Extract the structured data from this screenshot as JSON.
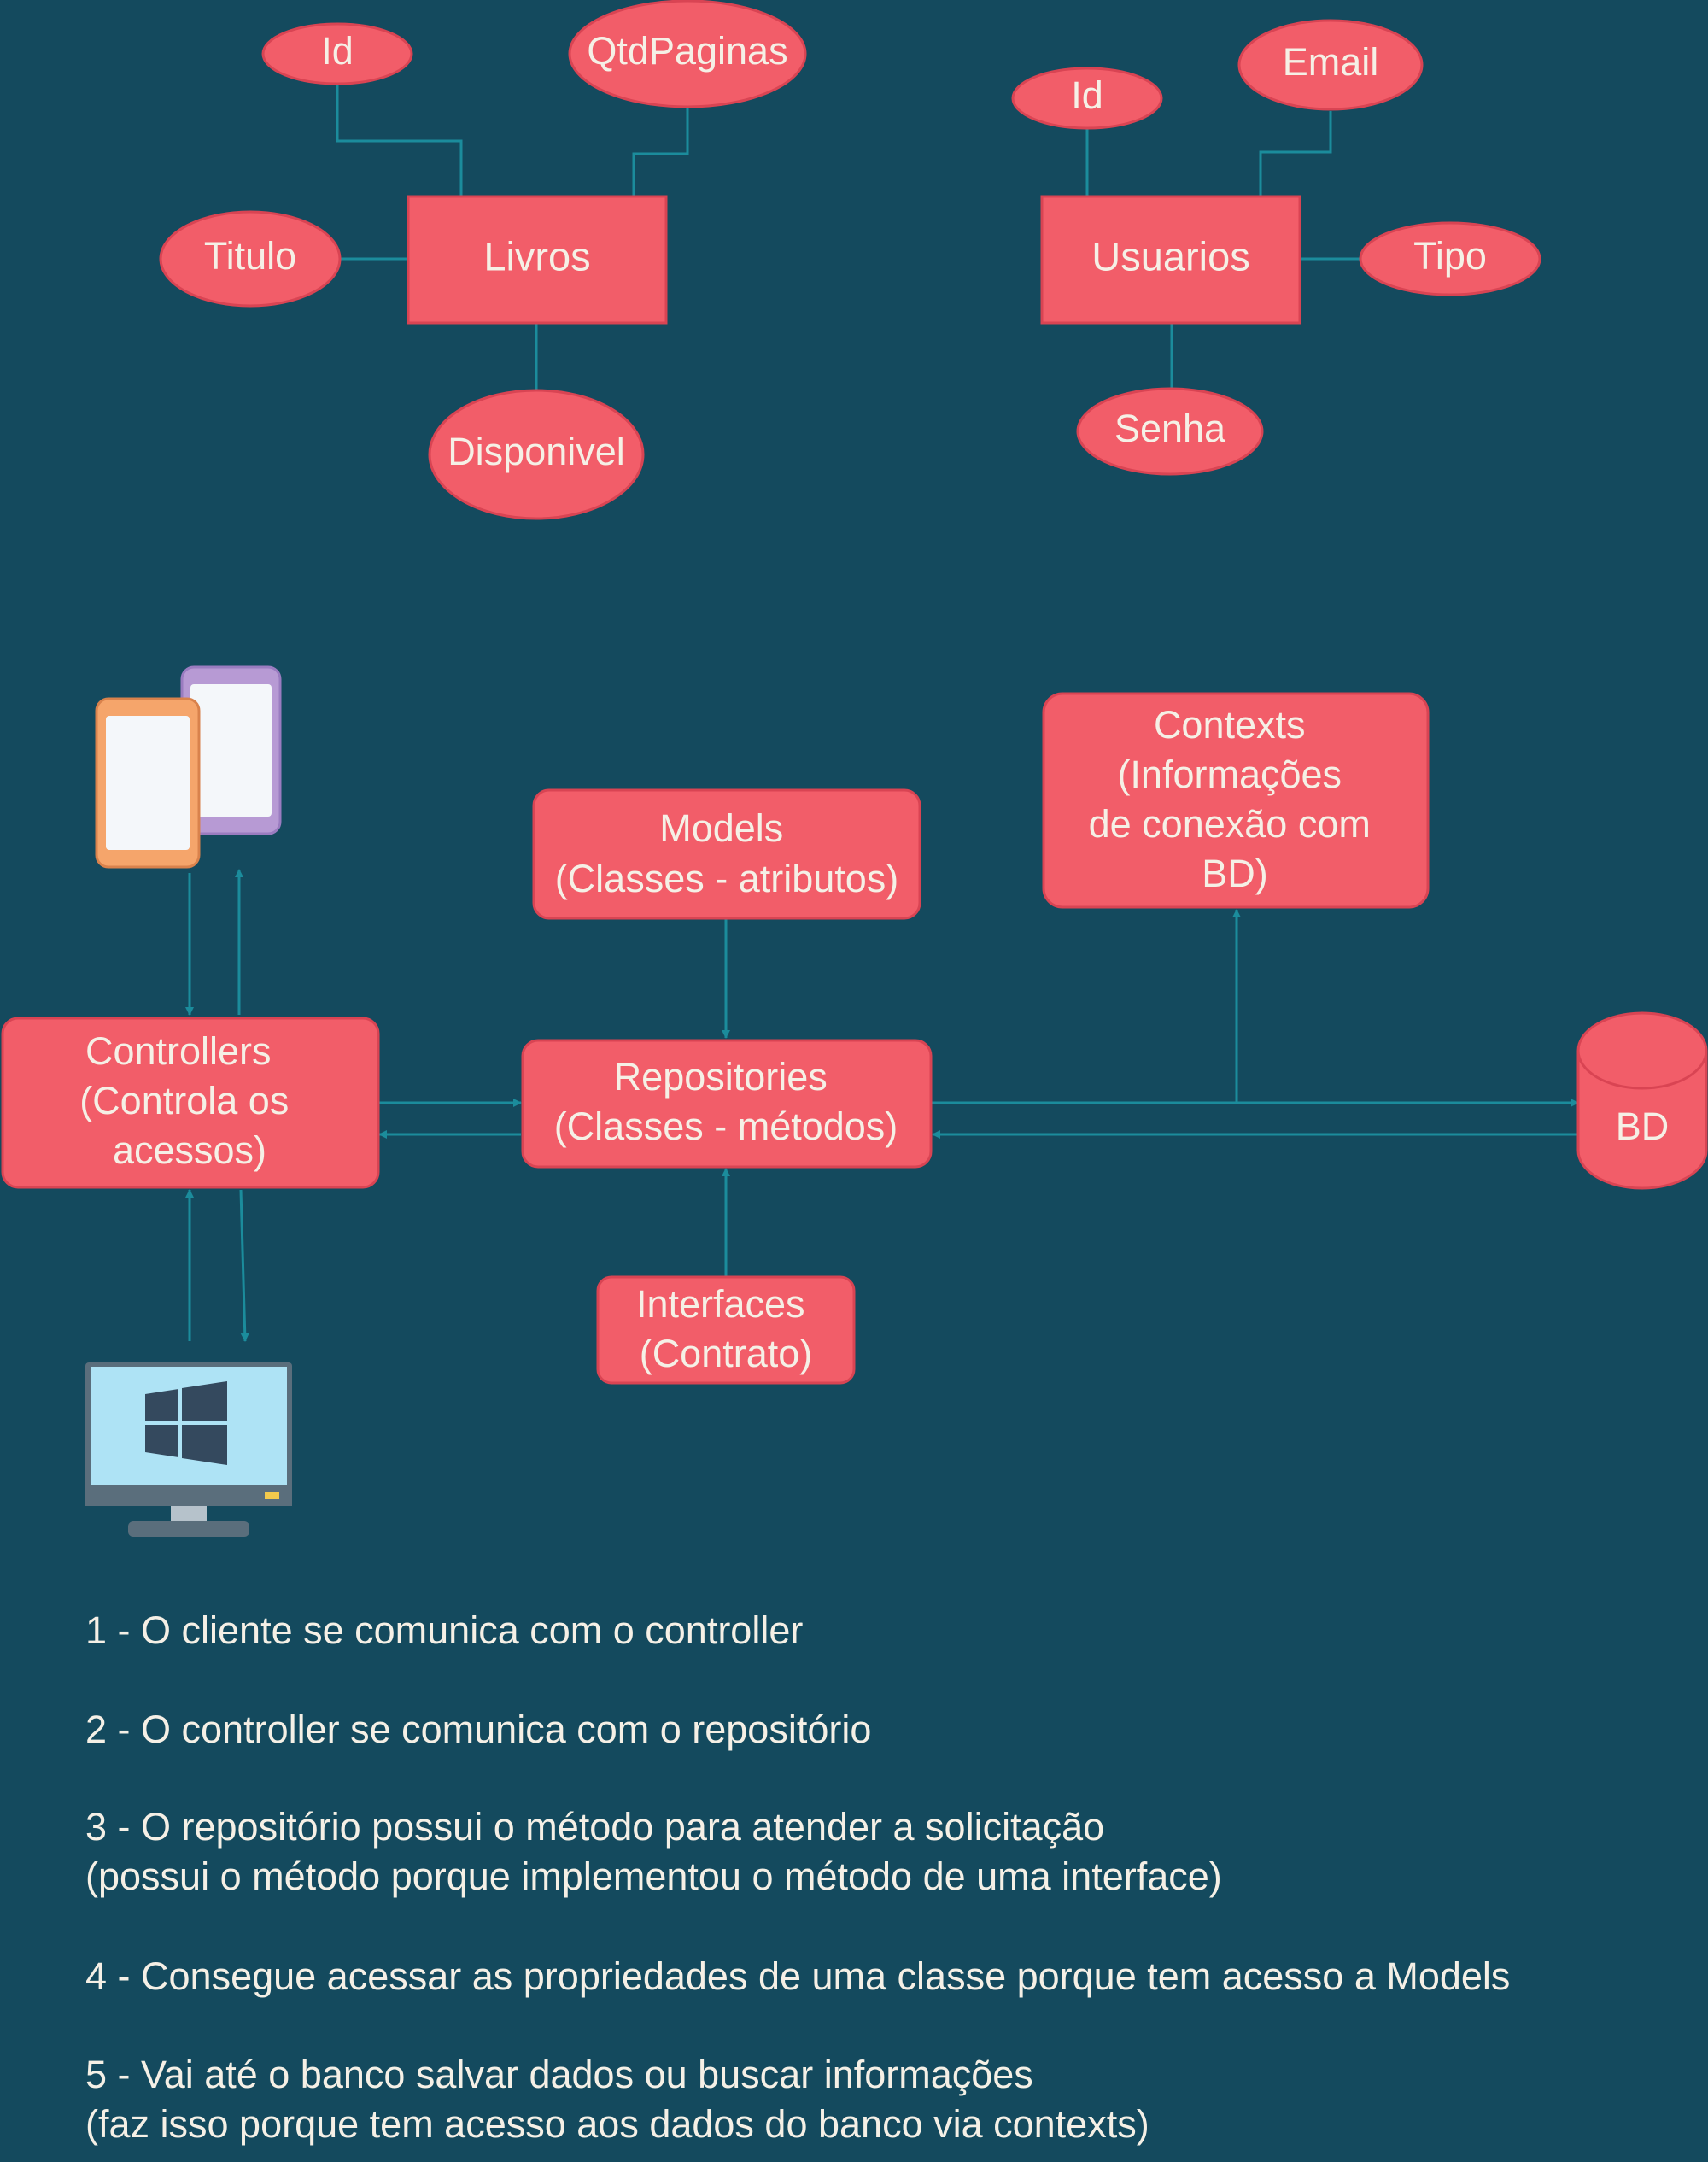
{
  "colors": {
    "background": "#144a5e",
    "shape_fill": "#f25d69",
    "shape_stroke": "#d94453",
    "connector": "#1b8c9c",
    "text": "#f5f0e6"
  },
  "er": {
    "livros": {
      "entity": "Livros",
      "attributes": {
        "id": "Id",
        "qtd_paginas": "QtdPaginas",
        "titulo": "Titulo",
        "disponivel": "Disponivel"
      }
    },
    "usuarios": {
      "entity": "Usuarios",
      "attributes": {
        "id": "Id",
        "email": "Email",
        "tipo": "Tipo",
        "senha": "Senha"
      }
    }
  },
  "architecture": {
    "models": {
      "line1": "Models",
      "line2": "(Classes - atributos)"
    },
    "contexts": {
      "line1": "Contexts",
      "line2": "(Informações",
      "line3": "de conexão com",
      "line4": "BD)"
    },
    "controllers": {
      "line1": "Controllers",
      "line2": "(Controla os",
      "line3": "acessos)"
    },
    "repositories": {
      "line1": "Repositories",
      "line2": "(Classes - métodos)"
    },
    "interfaces": {
      "line1": "Interfaces",
      "line2": "(Contrato)"
    },
    "database": {
      "label": "BD"
    },
    "client_icons": [
      "mobile-phones-icon",
      "windows-desktop-icon"
    ]
  },
  "steps": [
    {
      "lines": [
        "1 - O cliente se comunica com o controller"
      ]
    },
    {
      "lines": [
        "2 - O controller se comunica com o repositório"
      ]
    },
    {
      "lines": [
        "3 - O repositório possui o método para atender a solicitação",
        "(possui o método porque implementou o método de uma interface)"
      ]
    },
    {
      "lines": [
        "4 - Consegue acessar as propriedades de uma classe porque tem acesso a Models"
      ]
    },
    {
      "lines": [
        "5 - Vai até o banco salvar dados ou buscar informações",
        "(faz isso porque tem acesso aos dados do banco via contexts)"
      ]
    }
  ]
}
